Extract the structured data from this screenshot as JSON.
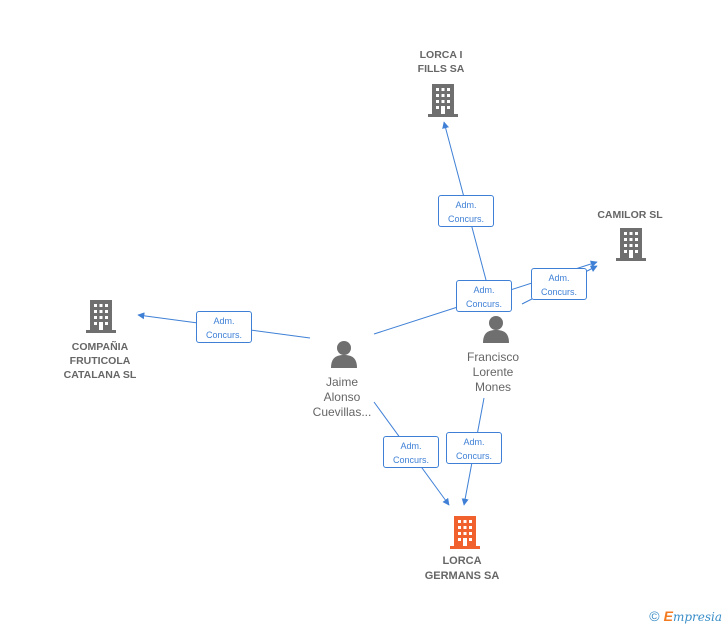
{
  "nodes": {
    "lorca_i_fills": {
      "lines": [
        "LORCA I",
        "FILLS SA"
      ]
    },
    "camilor": {
      "lines": [
        "CAMILOR SL"
      ]
    },
    "compania_fruticola": {
      "lines": [
        "COMPAÑIA",
        "FRUTICOLA",
        "CATALANA SL"
      ]
    },
    "jaime": {
      "lines": [
        "Jaime",
        "Alonso",
        "Cuevillas..."
      ]
    },
    "francisco": {
      "lines": [
        "Francisco",
        "Lorente",
        "Mones"
      ]
    },
    "lorca_germans": {
      "lines": [
        "LORCA",
        "GERMANS SA"
      ]
    }
  },
  "edge_labels": {
    "adm1": {
      "lines": [
        "Adm.",
        "Concurs."
      ]
    },
    "adm2": {
      "lines": [
        "Adm.",
        "Concurs."
      ]
    },
    "adm3": {
      "lines": [
        "Adm.",
        "Concurs."
      ]
    },
    "adm4": {
      "lines": [
        "Adm.",
        "Concurs."
      ]
    },
    "adm5": {
      "lines": [
        "Adm.",
        "Concurs."
      ]
    },
    "adm6": {
      "lines": [
        "Adm.",
        "Concurs."
      ]
    }
  },
  "colors": {
    "company_icon": "#6f6f6f",
    "target_icon": "#f0612d",
    "person_icon": "#6f6f6f",
    "edge": "#3f80d6"
  },
  "footer": {
    "copyright": "©",
    "brand_first": "E",
    "brand_rest": "mpresia"
  }
}
